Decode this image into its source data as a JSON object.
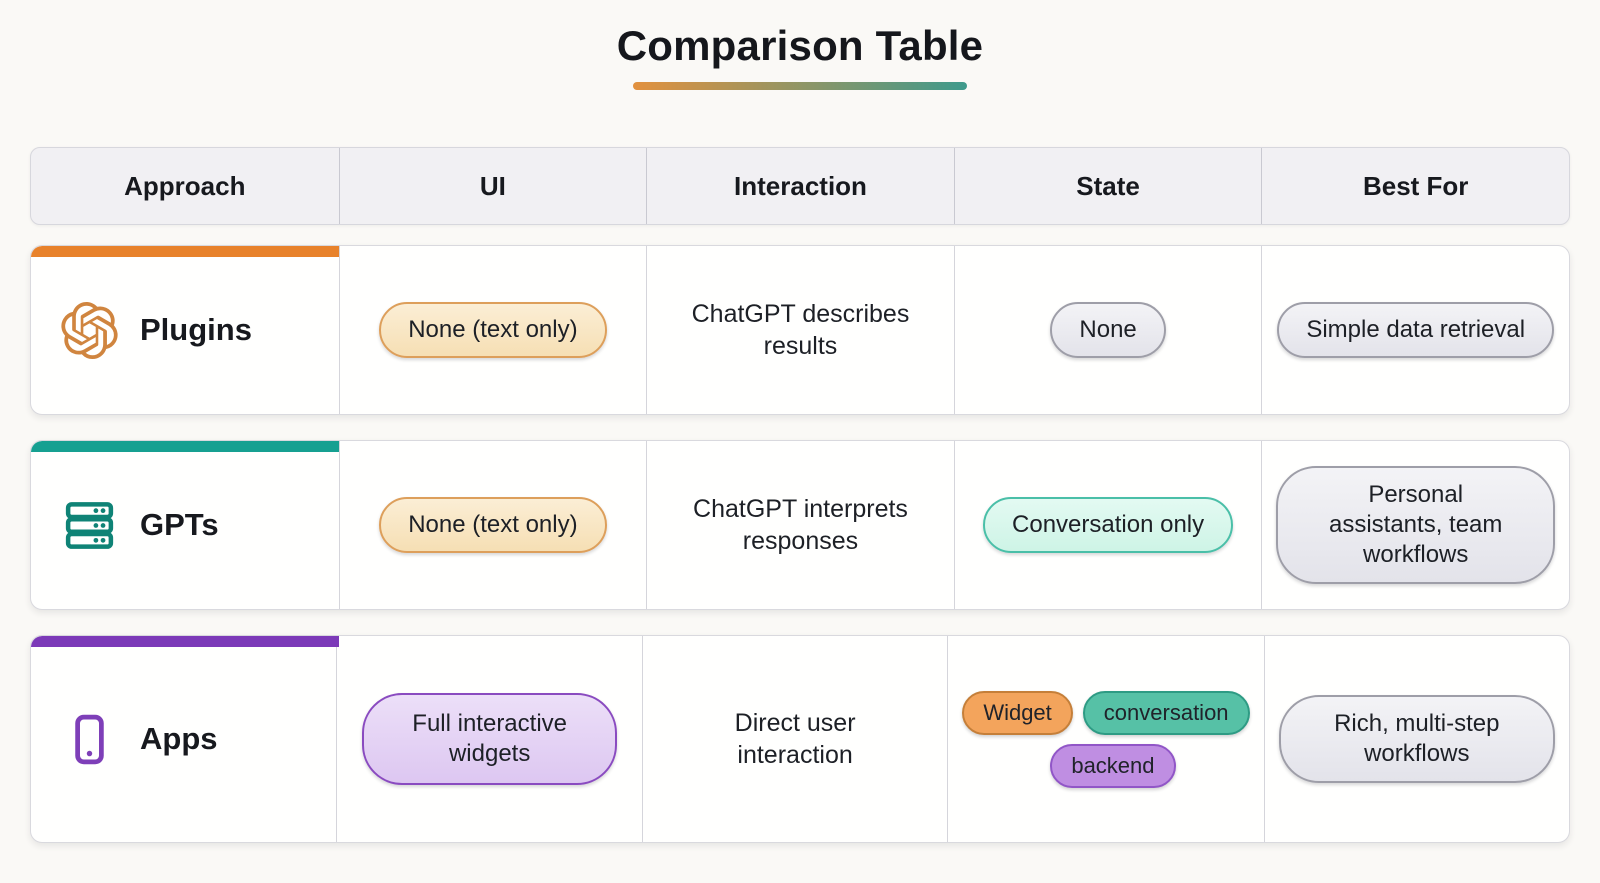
{
  "title": "Comparison Table",
  "underline_gradient": {
    "from": "#e2913e",
    "to": "#3e9a8c"
  },
  "table": {
    "headers": [
      {
        "label": "Approach"
      },
      {
        "label": "UI"
      },
      {
        "label": "Interaction"
      },
      {
        "label": "State"
      },
      {
        "label": "Best For"
      }
    ],
    "rows": [
      {
        "name": "Plugins",
        "icon": "openai-logo-icon",
        "accent_color": "#e8822b",
        "icon_color": "#d0853f",
        "ui_tag": "None (text only)",
        "interaction": "ChatGPT describes results",
        "state_tags": [
          {
            "label": "None",
            "color": "gray"
          }
        ],
        "best_for_tag": "Simple data retrieval"
      },
      {
        "name": "GPTs",
        "icon": "server-stack-icon",
        "accent_color": "#16a091",
        "icon_color": "#0f8376",
        "ui_tag": "None (text only)",
        "interaction": "ChatGPT interprets responses",
        "state_tags": [
          {
            "label": "Conversation only",
            "color": "mint"
          }
        ],
        "best_for_tag": "Personal assistants, team workflows"
      },
      {
        "name": "Apps",
        "icon": "smartphone-icon",
        "accent_color": "#7c3ab8",
        "icon_color": "#7e3fb8",
        "ui_tag": "Full interactive widgets",
        "interaction": "Direct user interaction",
        "state_tags": [
          {
            "label": "Widget",
            "color": "orange"
          },
          {
            "label": "conversation",
            "color": "teal"
          },
          {
            "label": "backend",
            "color": "purple"
          }
        ],
        "best_for_tag": "Rich, multi-step workflows"
      }
    ]
  }
}
